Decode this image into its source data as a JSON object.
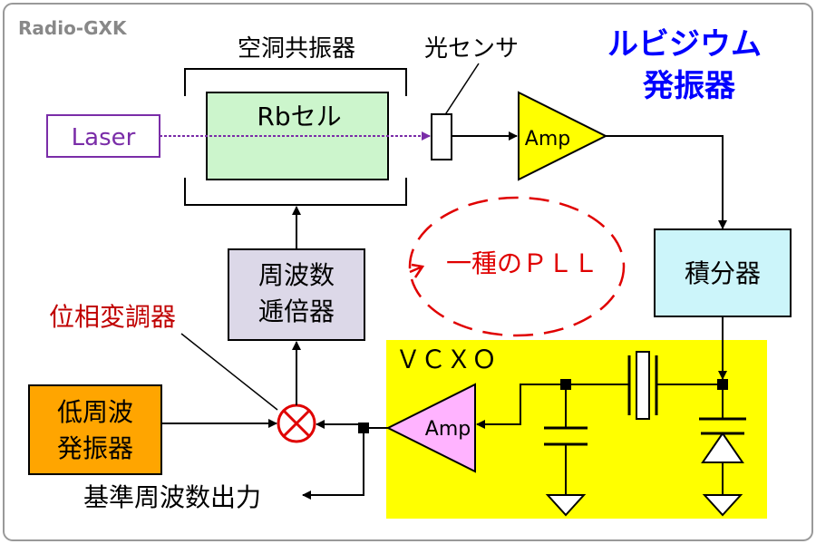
{
  "watermark": "Radio-GXK",
  "title": {
    "line1": "ルビジウム",
    "line2": "発振器",
    "color": "#0000ff"
  },
  "cavity_label": "空洞共振器",
  "sensor_label": "光センサ",
  "laser_label": "Laser",
  "rb_cell_label": "Rbセル",
  "amp_top_label": "Amp",
  "integrator_label": "積分器",
  "multiplier": {
    "line1": "周波数",
    "line2": "逓倍器"
  },
  "modulator_label": "位相変調器",
  "pll_label": "一種のＰＬＬ",
  "vcxo_label": "ＶＣＸＯ",
  "amp_vcxo_label": "Amp",
  "lf_osc": {
    "line1": "低周波",
    "line2": "発振器"
  },
  "ref_out_label": "基準周波数出力",
  "colors": {
    "laser": "#7a2da8",
    "rb_cell_fill": "#ccf5cc",
    "amp_fill": "#ffff00",
    "integrator_fill": "#ccf5fa",
    "multiplier_fill": "#dcd8e8",
    "vcxo_fill": "#ffff00",
    "amp_vcxo_fill": "#ffb3ff",
    "lf_osc_fill": "#ffa500",
    "pll": "#e00000",
    "modulator_label": "#c00000"
  }
}
